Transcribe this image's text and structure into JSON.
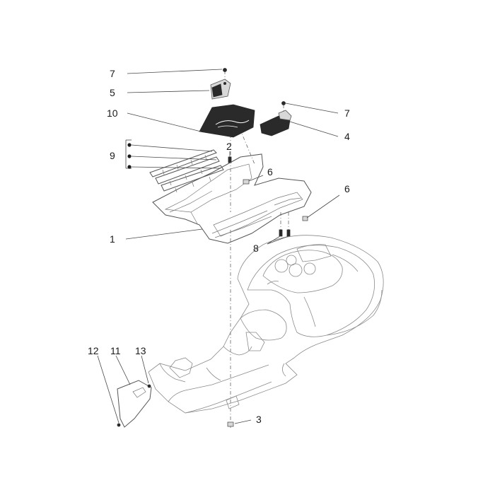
{
  "diagram": {
    "callouts": [
      {
        "id": "c7a",
        "label": "7"
      },
      {
        "id": "c5",
        "label": "5"
      },
      {
        "id": "c10",
        "label": "10"
      },
      {
        "id": "c7b",
        "label": "7"
      },
      {
        "id": "c4",
        "label": "4"
      },
      {
        "id": "c9",
        "label": "9"
      },
      {
        "id": "c2",
        "label": "2"
      },
      {
        "id": "c6a",
        "label": "6"
      },
      {
        "id": "c6b",
        "label": "6"
      },
      {
        "id": "c1",
        "label": "1"
      },
      {
        "id": "c8",
        "label": "8"
      },
      {
        "id": "c12",
        "label": "12"
      },
      {
        "id": "c11",
        "label": "11"
      },
      {
        "id": "c13",
        "label": "13"
      },
      {
        "id": "c3",
        "label": "3"
      }
    ]
  }
}
